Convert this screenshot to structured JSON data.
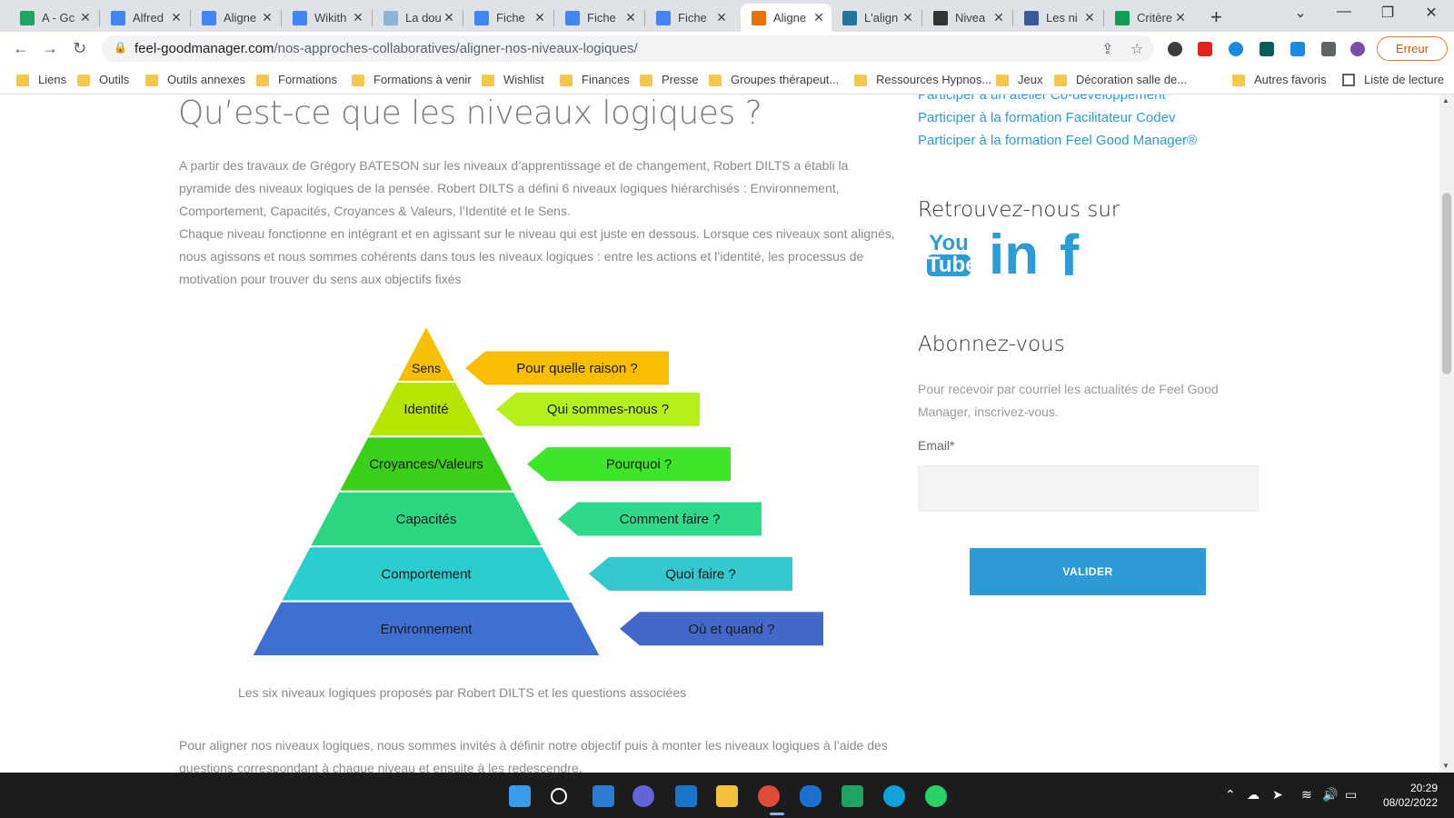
{
  "tabs": [
    {
      "title": "A - Gc",
      "icon": "google-drive-icon",
      "color": "#1ea362"
    },
    {
      "title": "Alfred",
      "icon": "docs-icon",
      "color": "#4285f4"
    },
    {
      "title": "Aligne",
      "icon": "docs-icon",
      "color": "#4285f4"
    },
    {
      "title": "Wikith",
      "icon": "docs-icon",
      "color": "#4285f4"
    },
    {
      "title": "La dou",
      "icon": "page-icon",
      "color": "#8ab4d8"
    },
    {
      "title": "Fiche",
      "icon": "docs-icon",
      "color": "#4285f4"
    },
    {
      "title": "Fiche",
      "icon": "docs-icon",
      "color": "#4285f4"
    },
    {
      "title": "Fiche",
      "icon": "docs-icon",
      "color": "#4285f4"
    },
    {
      "title": "Aligne",
      "icon": "feelgood-icon",
      "color": "#e8710a",
      "active": true
    },
    {
      "title": "L'align",
      "icon": "wordpress-icon",
      "color": "#21759b"
    },
    {
      "title": "Nivea",
      "icon": "wikipedia-icon",
      "color": "#333333"
    },
    {
      "title": "Les ni",
      "icon": "site-icon",
      "color": "#3b5998"
    },
    {
      "title": "Critère",
      "icon": "sheets-icon",
      "color": "#0f9d58"
    }
  ],
  "toolbar": {
    "url_domain": "feel-goodmanager.com",
    "url_path": "/nos-approches-collaboratives/aligner-nos-niveaux-logiques/",
    "error_label": "Erreur"
  },
  "bookmarks": [
    "Liens",
    "Outils",
    "Outils annexes",
    "Formations",
    "Formations à venir",
    "Wishlist",
    "Finances",
    "Presse",
    "Groupes thérapeut...",
    "Ressources Hypnos...",
    "Jeux",
    "Décoration salle de...",
    "Autres favoris",
    "Liste de lecture"
  ],
  "article": {
    "title": "Qu’est-ce que les niveaux logiques ?",
    "para1": "A partir des travaux de Grégory BATESON sur les niveaux d’apprentissage et de changement, Robert DILTS a établi la pyramide des niveaux logiques de la pensée. Robert DILTS a défini 6 niveaux logiques hiérarchisés : Environnement, Comportement, Capacités, Croyances & Valeurs, l’Identité et le Sens.",
    "para2": "Chaque niveau fonctionne en intégrant et en agissant sur le niveau qui est juste en dessous. Lorsque ces niveaux sont alignés, nous agissons et nous sommes cohérents dans tous les niveaux logiques : entre les actions et l’identité, les processus de motivation pour trouver du sens aux objectifs fixés",
    "caption": "Les six niveaux logiques proposés par Robert DILTS et les questions associées",
    "para3": "Pour aligner nos niveaux logiques, nous sommes invités à définir notre objectif puis à monter les niveaux logiques à l’aide des questions correspondant à chaque niveau et ensuite à les redescendre."
  },
  "pyramid": [
    {
      "level": "Sens",
      "question": "Pour quelle raison ?",
      "color": "#f5c000",
      "arrow": "#fbbd00"
    },
    {
      "level": "Identité",
      "question": "Qui sommes-nous ?",
      "color": "#b8e500",
      "arrow": "#b5ef1c"
    },
    {
      "level": "Croyances/Valeurs",
      "question": "Pourquoi ?",
      "color": "#3ccf1a",
      "arrow": "#3ee62a"
    },
    {
      "level": "Capacités",
      "question": "Comment faire ?",
      "color": "#2bd680",
      "arrow": "#2fd98a"
    },
    {
      "level": "Comportement",
      "question": "Quoi faire ?",
      "color": "#2ccdcf",
      "arrow": "#35c8cf"
    },
    {
      "level": "Environnement",
      "question": "Où et quand ?",
      "color": "#3f6fd0",
      "arrow": "#4468c8"
    }
  ],
  "sidebar": {
    "links": [
      "Participer à un atelier Co-développement",
      "Participer à la formation Facilitateur Codev",
      "Participer à la formation Feel Good Manager®"
    ],
    "social_heading": "Retrouvez-nous sur",
    "social": [
      {
        "name": "youtube-icon",
        "line1": "You",
        "line2": "Tube"
      },
      {
        "name": "linkedin-icon",
        "text": "in"
      },
      {
        "name": "facebook-icon",
        "text": "f"
      }
    ],
    "subscribe_heading": "Abonnez-vous",
    "subscribe_text": "Pour recevoir par courriel les actualités de Feel Good Manager, inscrivez-vous.",
    "email_label": "Email*",
    "email_value": "",
    "submit_label": "VALIDER",
    "accent": "#2d9bd6"
  },
  "taskbar": {
    "time": "20:29",
    "date": "08/02/2022"
  }
}
